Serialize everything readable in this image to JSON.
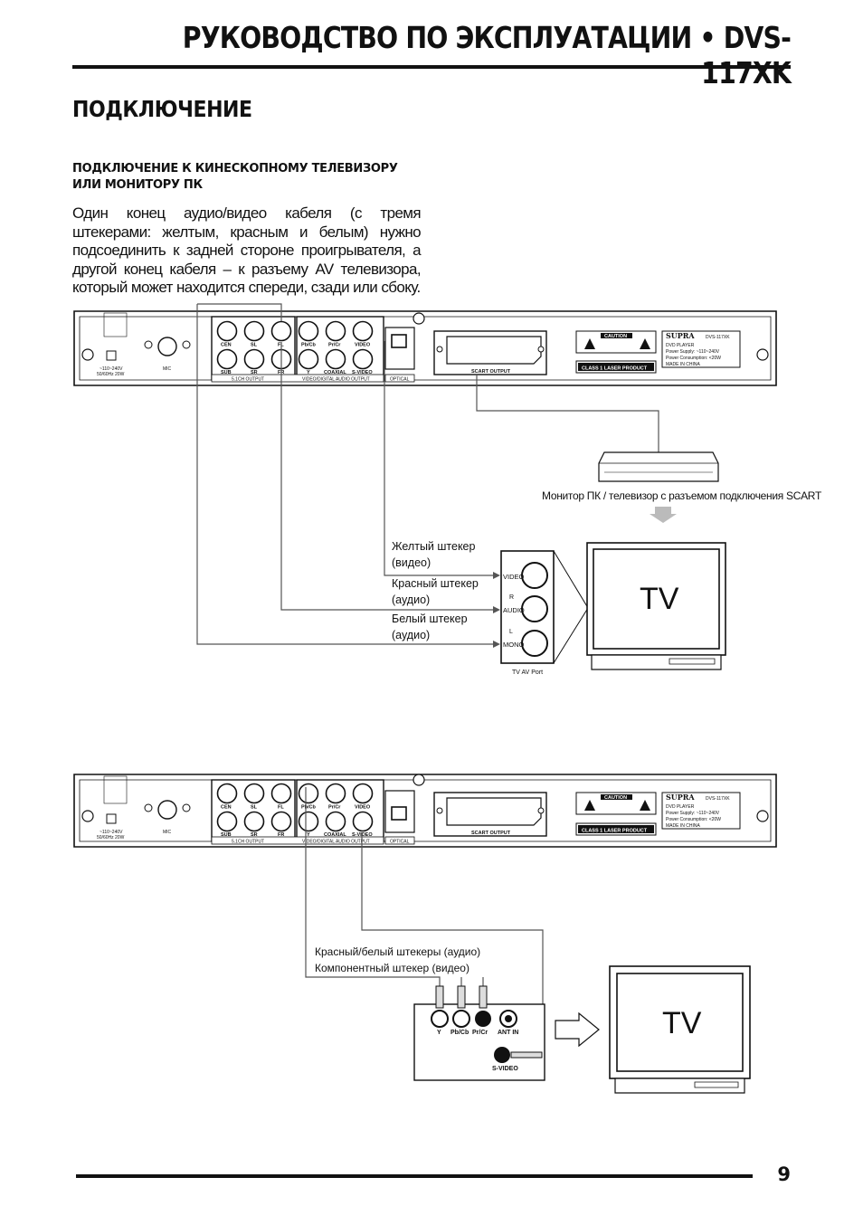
{
  "header": {
    "title": "РУКОВОДСТВО ПО ЭКСПЛУАТАЦИИ • DVS-117XK"
  },
  "section": {
    "title": "ПОДКЛЮЧЕНИЕ"
  },
  "subsection": {
    "heading": "ПОДКЛЮЧЕНИЕ К КИНЕСКОПНОМУ ТЕЛЕВИЗОРУ ИЛИ МОНИТОРУ ПК",
    "body": "Один конец аудио/видео кабеля (с тремя штекерами: желтым, красным и белым) нужно подсоединить к задней стороне проигрывателя, а другой конец кабеля – к разъему AV телевизора, который может находится спереди, сзади или сбоку."
  },
  "player_panel": {
    "power_label": "~110~240V",
    "power_label2": "50/60Hz 20W",
    "mic_label": "MIC",
    "jacks_top": [
      "CEN",
      "SL",
      "FL",
      "Pb/Cb",
      "Pr/Cr",
      "VIDEO"
    ],
    "jacks_bottom": [
      "SUB",
      "SR",
      "FR",
      "Y",
      "COAXIAL",
      "S-VIDEO"
    ],
    "group_51": "5.1CH OUTPUT",
    "group_video": "VIDEO/DIGITAL AUDIO OUTPUT",
    "optical": "OPTICAL",
    "scart_label": "SCART OUTPUT",
    "caution": "CAUTION",
    "laser": "CLASS 1 LASER PRODUCT",
    "brand": "SUPRA",
    "model": "DVS-117XK",
    "info_lines": [
      "DVD PLAYER",
      "Power Supply: ~110~240V",
      "Power Consumption: <20W",
      "MADE IN CHINA"
    ]
  },
  "diagram1": {
    "monitor_label": "Монитор ПК / телевизор с разъемом подключения SCART",
    "yellow_label": "Желтый штекер",
    "yellow_sub": "(видео)",
    "red_label": "Красный штекер",
    "red_sub": "(аудио)",
    "white_label": "Белый штекер",
    "white_sub": "(аудио)",
    "port_video": "VIDEO",
    "port_audio": "AUDIO",
    "port_mono": "MONO",
    "port_r": "R",
    "port_l": "L",
    "port_caption": "TV AV Port",
    "tv": "TV"
  },
  "diagram2": {
    "label1": "Красный/белый штекеры (аудио)",
    "label2": "Компонентный штекер (видео)",
    "port_y": "Y",
    "port_pb": "Pb/Cb",
    "port_pr": "Pr/Cr",
    "port_ant": "ANT IN",
    "port_svideo": "S-VIDEO",
    "tv": "TV"
  },
  "footer": {
    "page": "9"
  }
}
